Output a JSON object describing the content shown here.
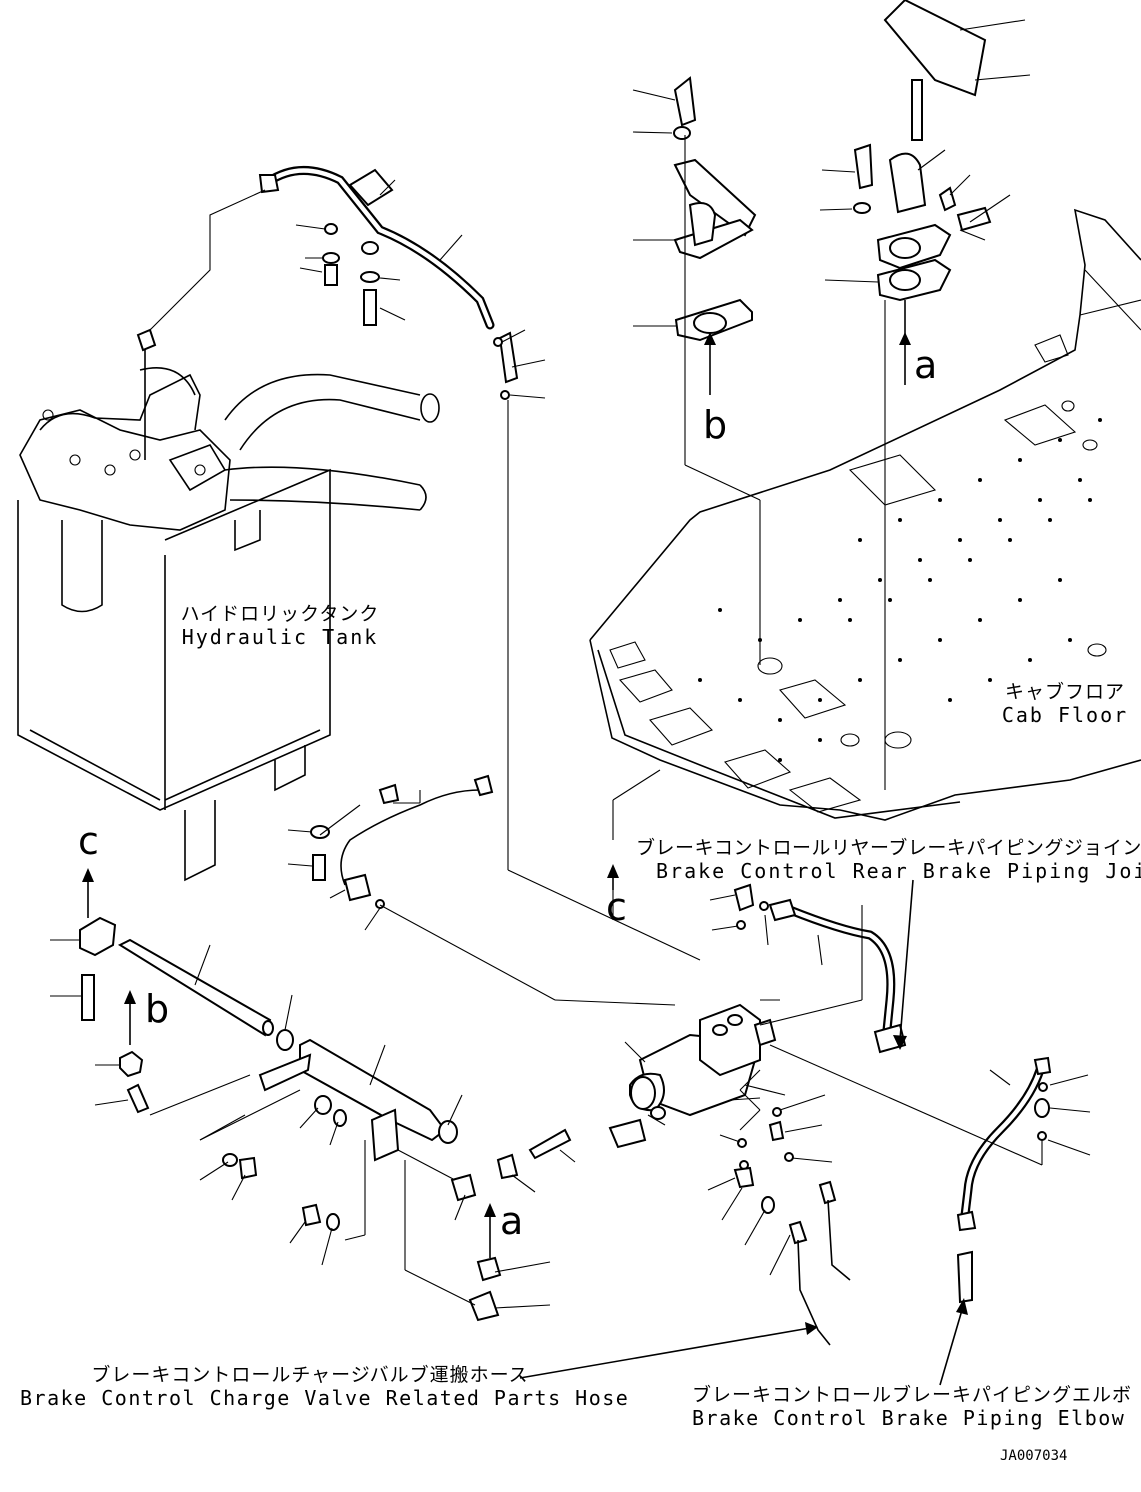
{
  "labels": {
    "hydraulic_tank": {
      "ja": "ハイドロリックタンク",
      "en": "Hydraulic Tank"
    },
    "cab_floor": {
      "ja": "キャブフロア",
      "en": "Cab Floor"
    },
    "rear_brake_joint": {
      "ja": "ブレーキコントロールリヤーブレーキパイピングジョイント",
      "en": "Brake Control Rear Brake Piping Joint"
    },
    "charge_valve_hose": {
      "ja": "ブレーキコントロールチャージバルブ運搬ホース",
      "en": "Brake Control Charge Valve Related Parts Hose"
    },
    "brake_piping_elbow": {
      "ja": "ブレーキコントロールブレーキパイピングエルボ",
      "en": "Brake Control Brake Piping Elbow"
    }
  },
  "letters": {
    "a_top": "a",
    "b_top": "b",
    "c_mid": "c",
    "c_left": "c",
    "b_left": "b",
    "a_bottom": "a"
  },
  "drawing_code": "JA007034"
}
